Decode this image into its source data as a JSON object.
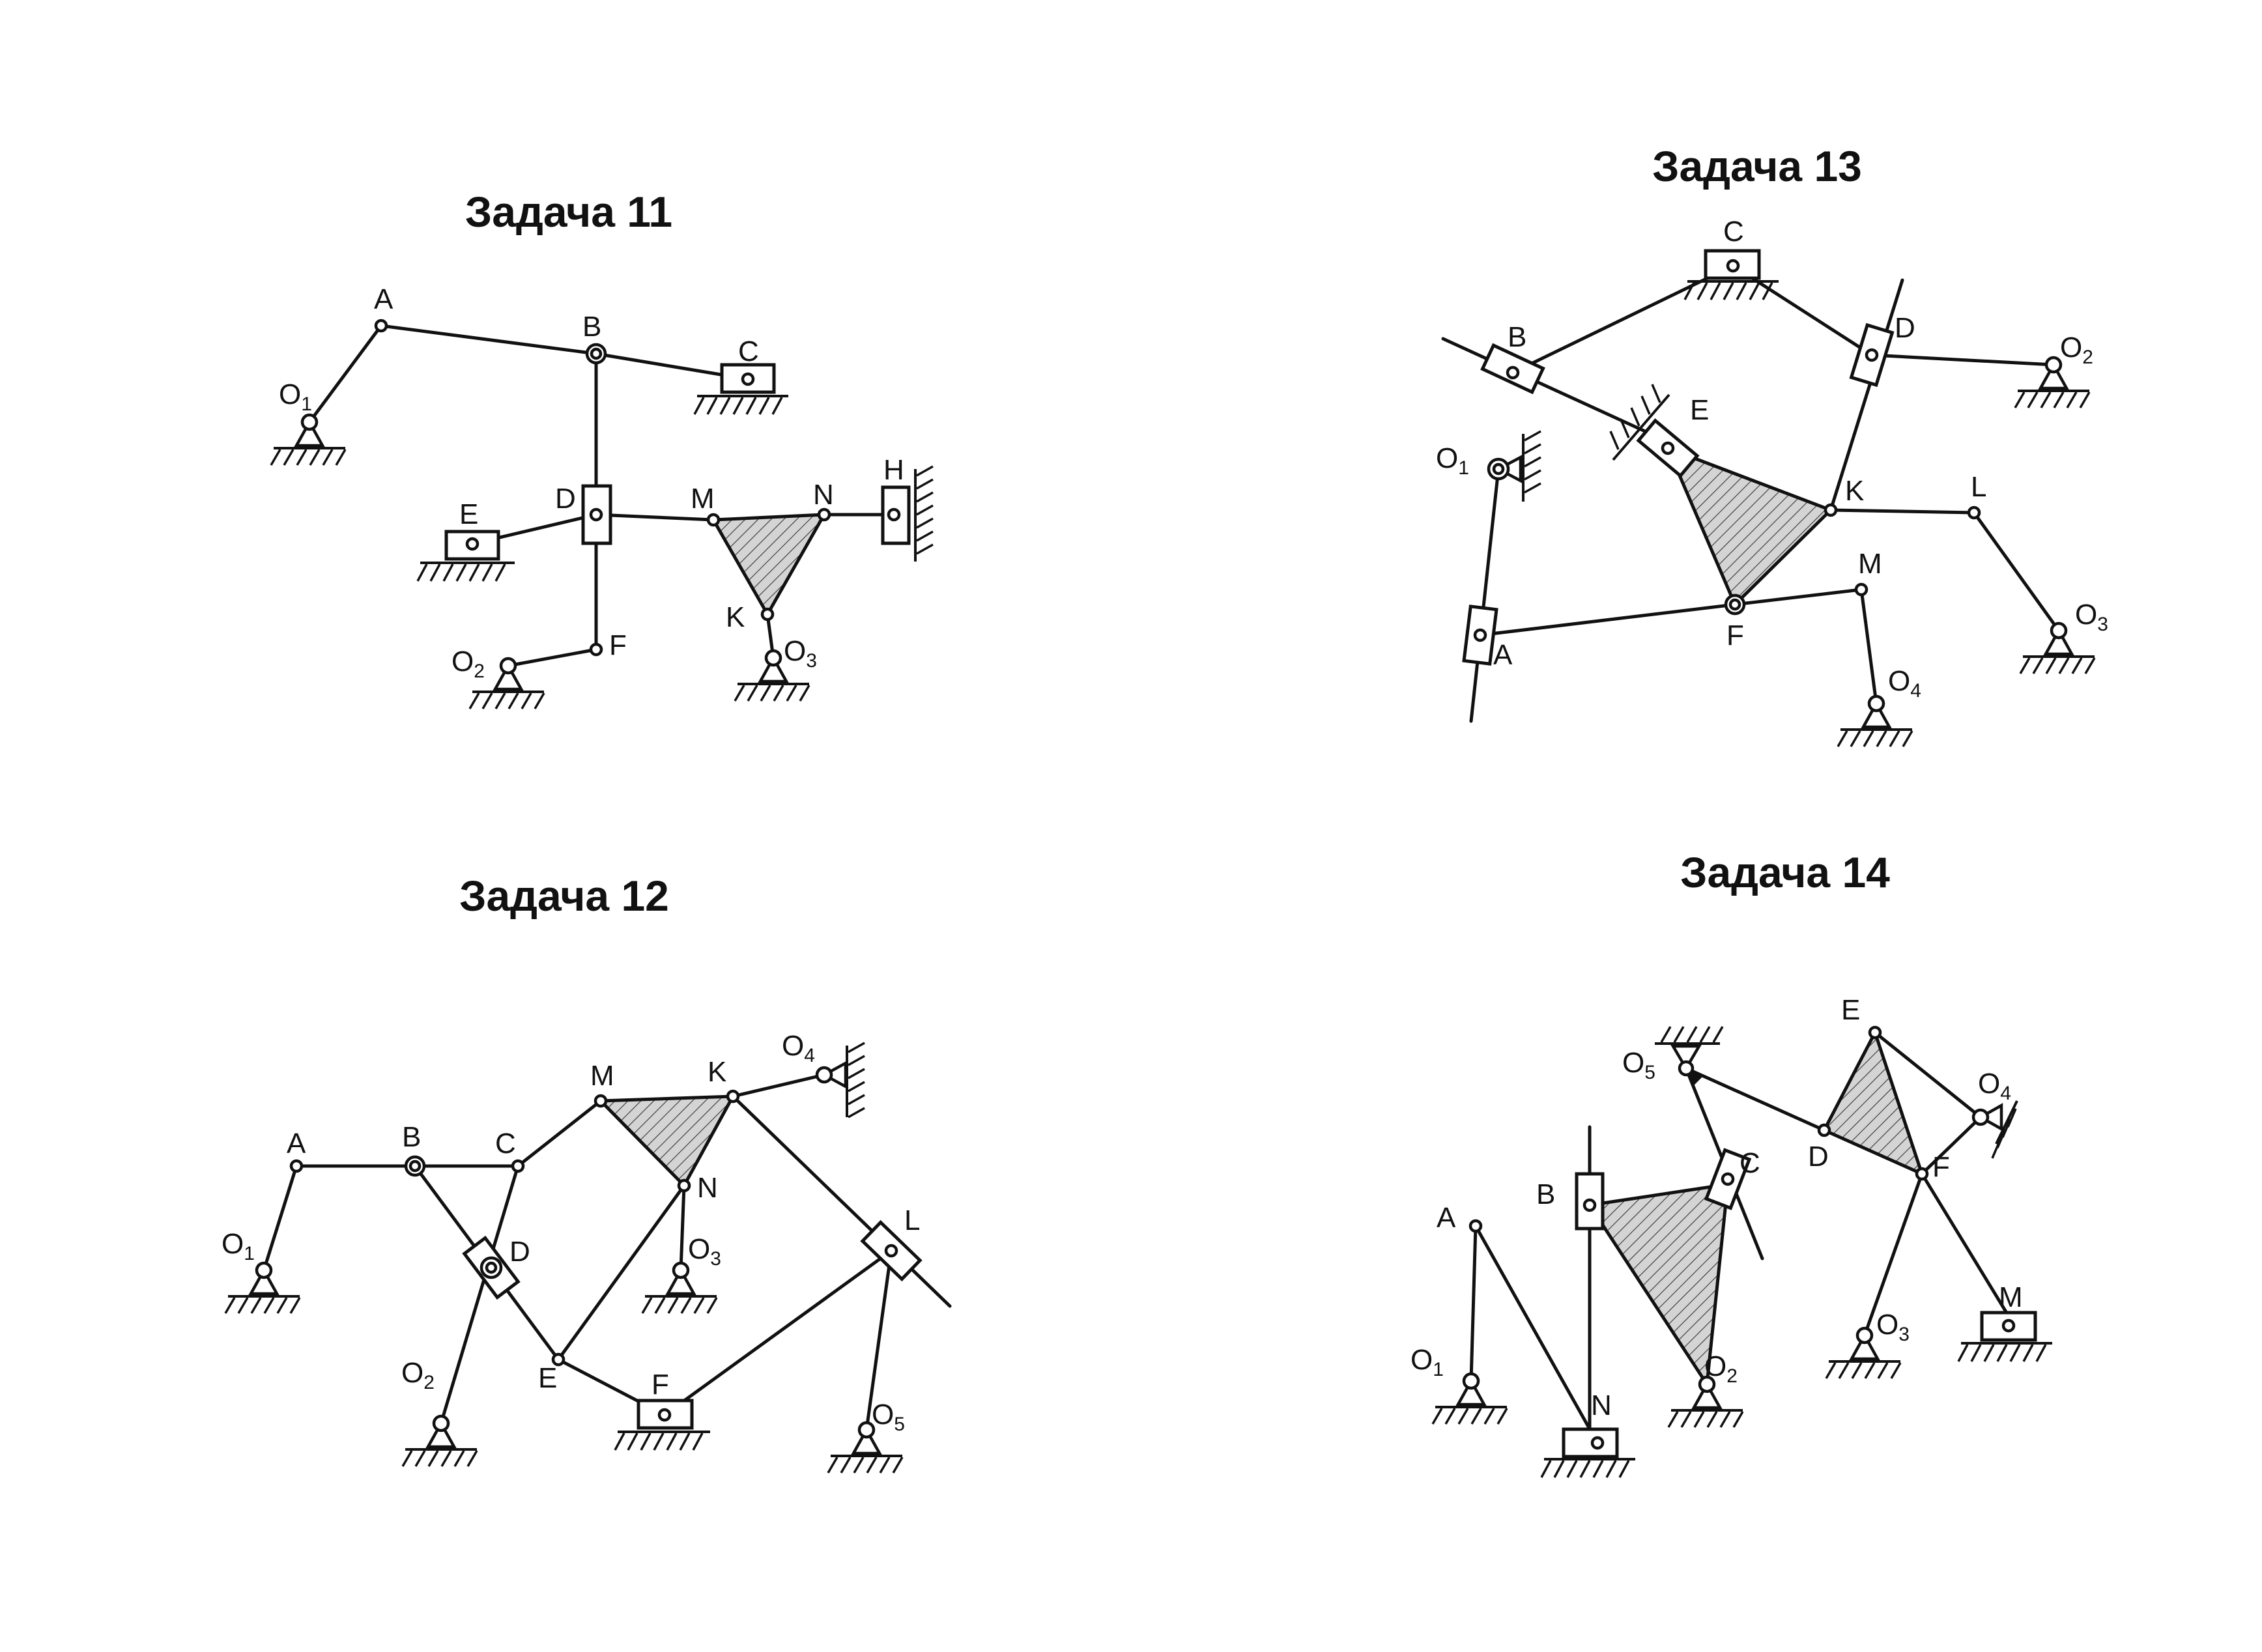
{
  "tasks": [
    {
      "title": "Задача 11",
      "labels": {
        "O1": "O",
        "O1_sub": "1",
        "A": "A",
        "B": "B",
        "C": "C",
        "D": "D",
        "E": "E",
        "F": "F",
        "M": "M",
        "N": "N",
        "H": "H",
        "K": "K",
        "O2": "O",
        "O2_sub": "2",
        "O3": "O",
        "O3_sub": "3"
      }
    },
    {
      "title": "Задача 12",
      "labels": {
        "O1": "O",
        "O1_sub": "1",
        "A": "A",
        "B": "B",
        "C": "C",
        "D": "D",
        "M": "M",
        "K": "K",
        "N": "N",
        "O4": "O",
        "O4_sub": "4",
        "O3": "O",
        "O3_sub": "3",
        "L": "L",
        "O2": "O",
        "O2_sub": "2",
        "E": "E",
        "F": "F",
        "O5": "O",
        "O5_sub": "5"
      }
    },
    {
      "title": "Задача 13",
      "labels": {
        "C": "C",
        "B": "B",
        "D": "D",
        "O2": "O",
        "O2_sub": "2",
        "E": "E",
        "O1": "O",
        "O1_sub": "1",
        "K": "K",
        "L": "L",
        "M": "M",
        "A": "A",
        "F": "F",
        "O3": "O",
        "O3_sub": "3",
        "O4": "O",
        "O4_sub": "4"
      }
    },
    {
      "title": "Задача 14",
      "labels": {
        "E": "E",
        "O5": "O",
        "O5_sub": "5",
        "O4": "O",
        "O4_sub": "4",
        "D": "D",
        "C": "C",
        "F": "F",
        "B": "B",
        "A": "A",
        "M": "M",
        "O3": "O",
        "O3_sub": "3",
        "O1": "O",
        "O1_sub": "1",
        "O2": "O",
        "O2_sub": "2",
        "N": "N"
      }
    }
  ]
}
